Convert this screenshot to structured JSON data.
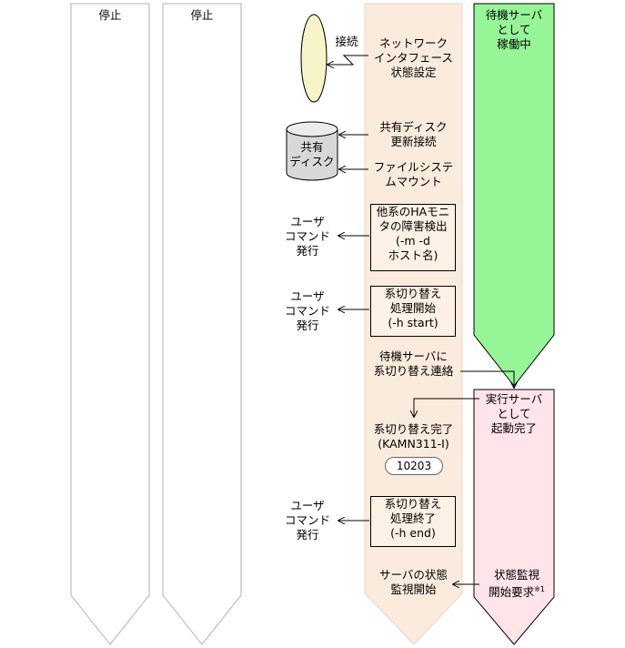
{
  "colors": {
    "stopped_lane": "#ffffff",
    "active_lane": "#faebdc",
    "standby_lane": "#96f596",
    "executing_lane": "#ffe4ea",
    "ellipse": "#f6f5c8"
  },
  "lanes": {
    "lane1_title": "停止",
    "lane2_title": "停止",
    "standby_title": [
      "待機サーバ",
      "として",
      "稼働中"
    ]
  },
  "left": {
    "connect_label": "接続",
    "disk_label": [
      "共有",
      "ディスク"
    ],
    "user_cmd_1": [
      "ユーザ",
      "コマンド",
      "発行"
    ],
    "user_cmd_2": [
      "ユーザ",
      "コマンド",
      "発行"
    ],
    "user_cmd_3": [
      "ユーザ",
      "コマンド",
      "発行"
    ]
  },
  "steps": {
    "network_setting": [
      "ネットワーク",
      "インタフェース",
      "状態設定"
    ],
    "shared_disk_update": [
      "共有ディスク",
      "更新接続"
    ],
    "fs_mount": [
      "ファイルシステ",
      "ムマウント"
    ],
    "detect_failure": [
      "他系のHAモニ",
      "タの障害検出",
      "(-m -d",
      "ホスト名)"
    ],
    "switch_start": [
      "系切り替え",
      "処理開始",
      "(-h start)"
    ],
    "notify_standby": [
      "待機サーバに",
      "系切り替え連絡"
    ],
    "switch_complete": [
      "系切り替え完了",
      "(KAMN311-I)"
    ],
    "message_id": "10203",
    "switch_end": [
      "系切り替え",
      "処理終了",
      "(-h end)"
    ],
    "monitor_start": [
      "サーバの状態",
      "監視開始"
    ]
  },
  "exec_lane": {
    "title": [
      "実行サーバ",
      "として",
      "起動完了"
    ],
    "monitor_request": [
      "状態監視",
      "開始要求"
    ],
    "footnote_mark": "※1"
  }
}
